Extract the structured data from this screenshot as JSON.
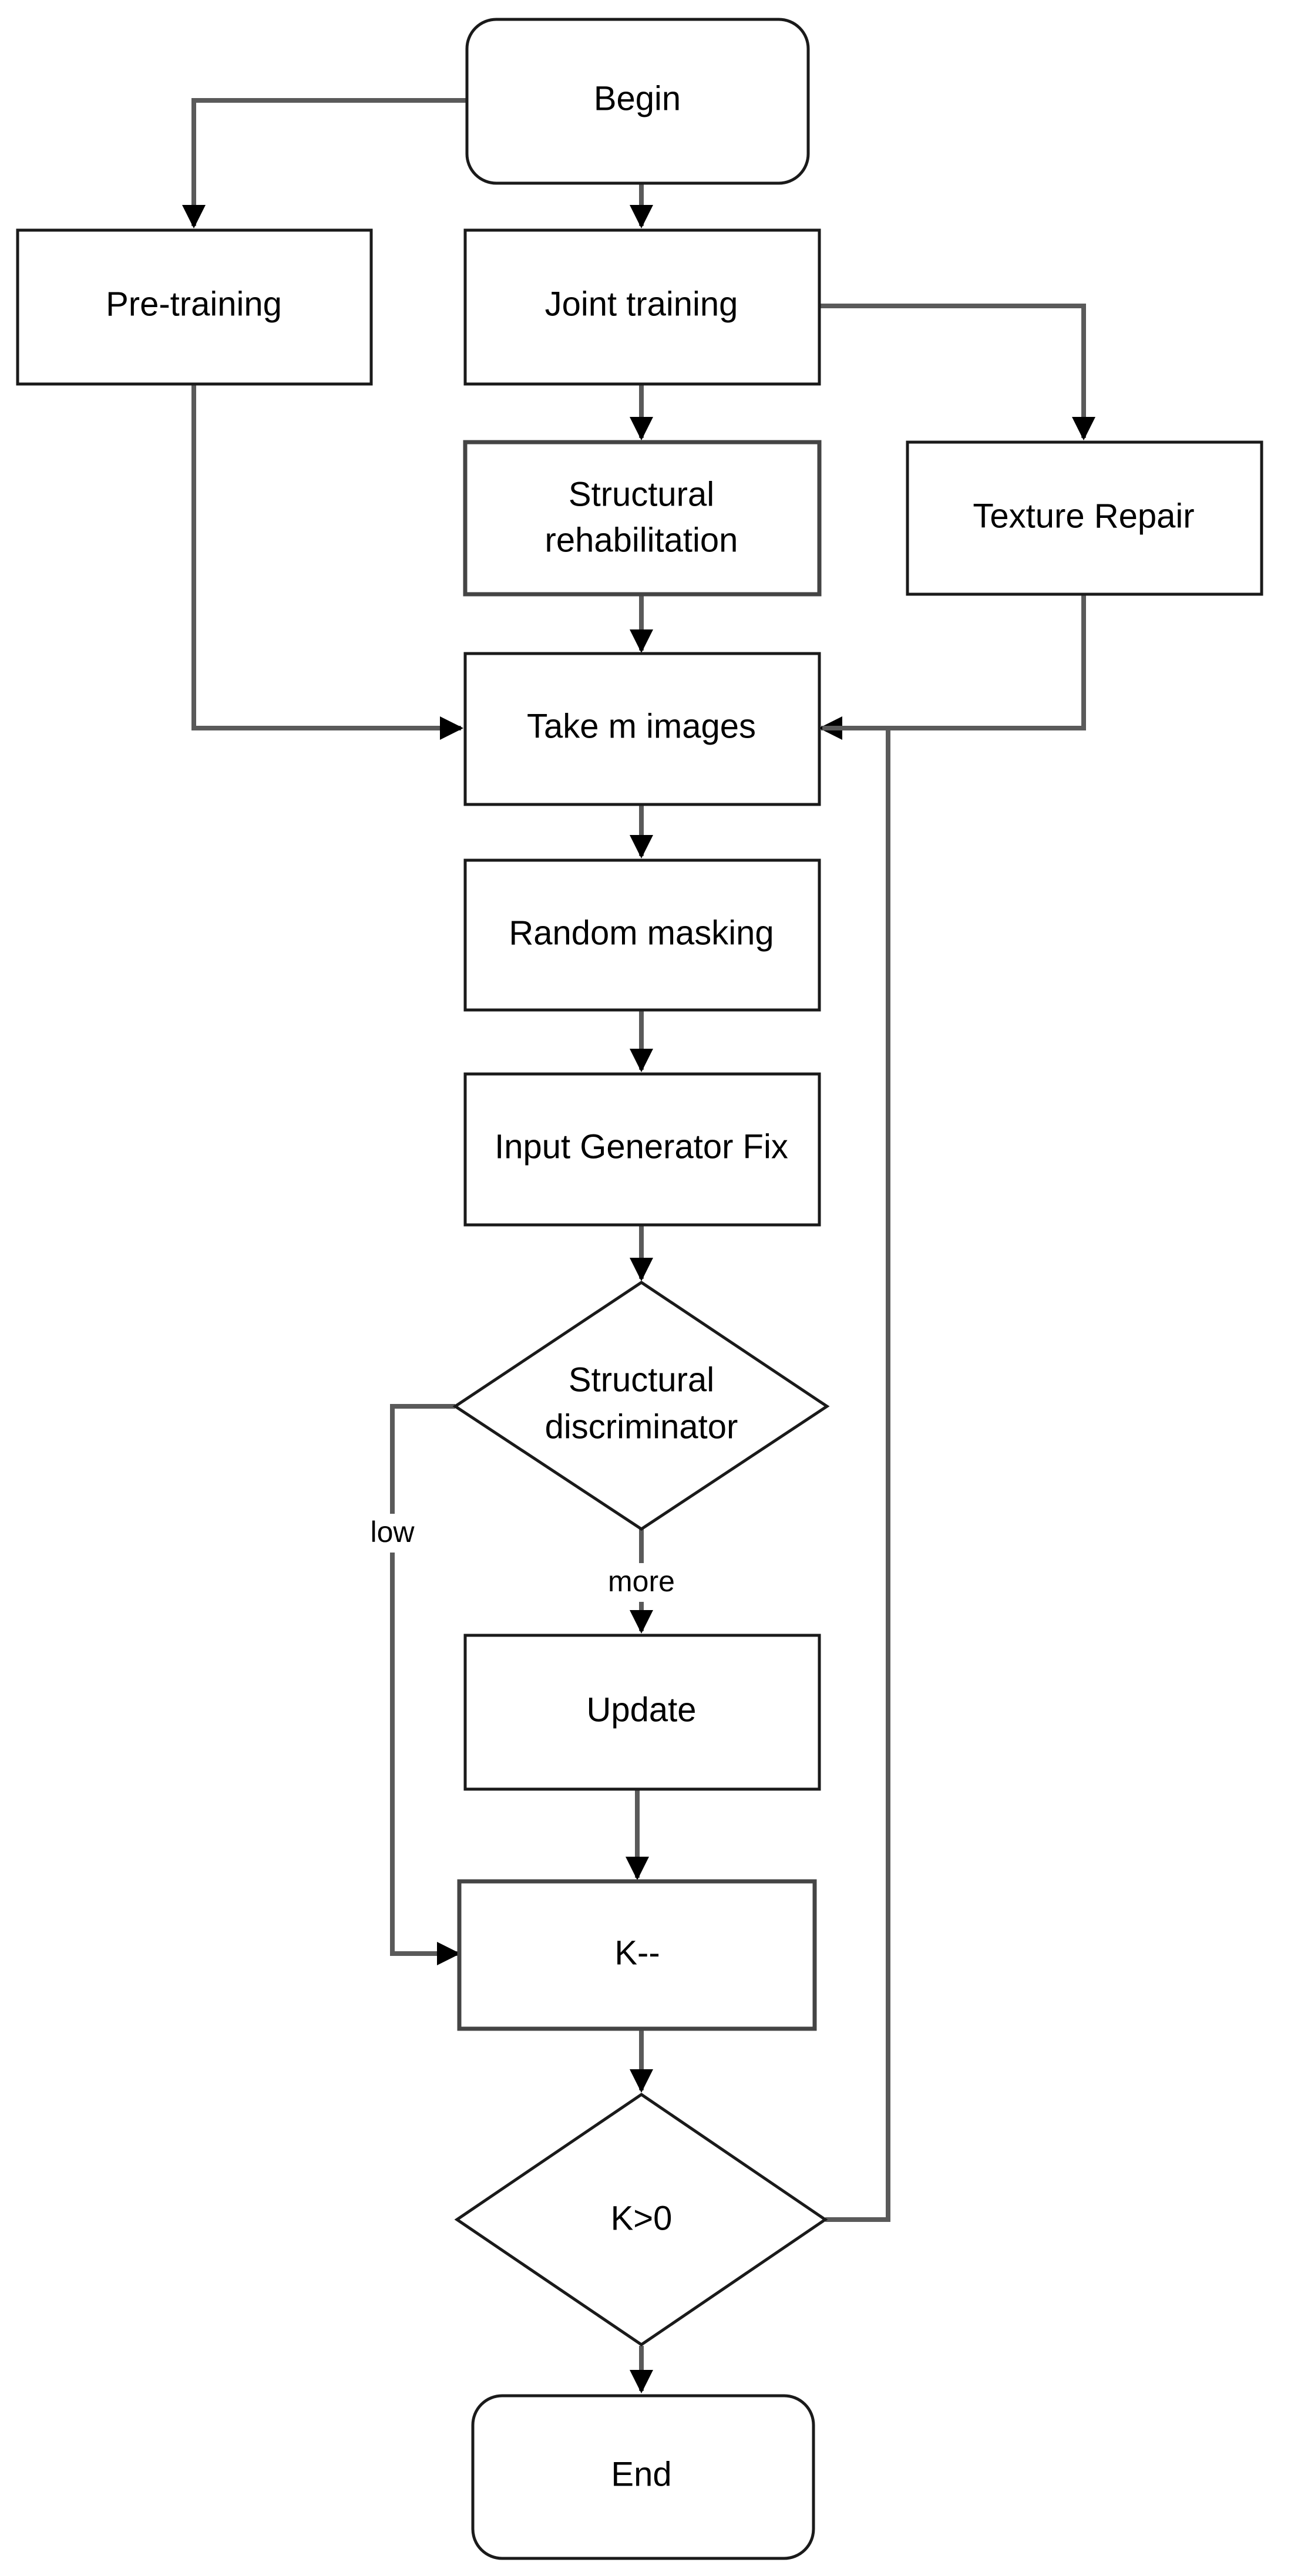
{
  "nodes": {
    "begin": "Begin",
    "pretraining": "Pre-training",
    "joint_training": "Joint training",
    "structural_rehab": [
      "Structural",
      "rehabilitation"
    ],
    "texture_repair": "Texture Repair",
    "take_images": "Take m images",
    "random_masking": "Random masking",
    "input_generator": "Input Generator Fix",
    "structural_discriminator": [
      "Structural",
      "discriminator"
    ],
    "update": "Update",
    "k_decrement": "K--",
    "k_check": "K>0",
    "end": "End"
  },
  "edge_labels": {
    "low": "low",
    "more": "more"
  },
  "colors": {
    "line": "#5a5a5a",
    "border": "#1a1a1a",
    "fill": "#ffffff",
    "text": "#000000"
  }
}
